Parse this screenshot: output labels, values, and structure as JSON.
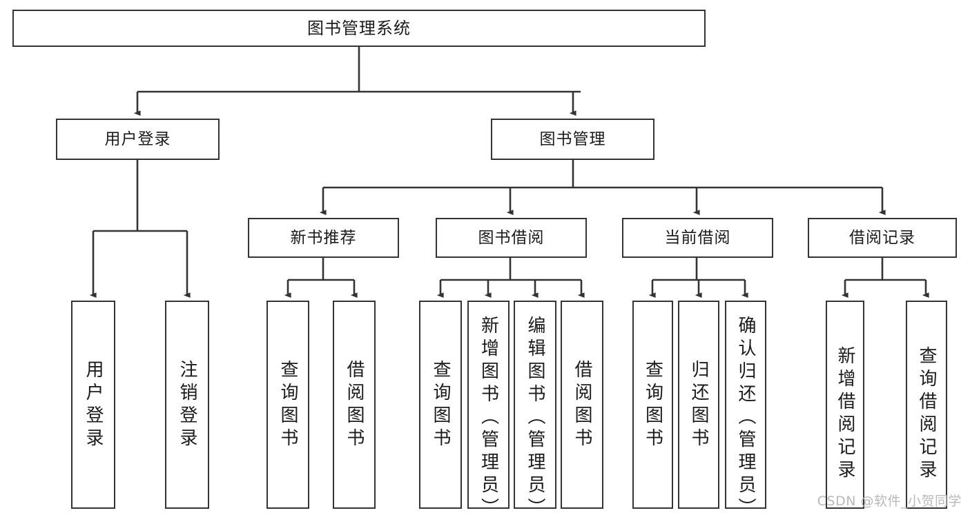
{
  "diagram": {
    "title": "图书管理系统",
    "watermark": "CSDN @软件_小贺同学",
    "line_color": "#333333",
    "box_fill": "#ffffff",
    "text_color": "#1b1b1b",
    "watermark_color": "#b9b9b9",
    "levels": {
      "level1": [
        {
          "label": "图书管理系统"
        }
      ],
      "level2": [
        {
          "label": "用户登录"
        },
        {
          "label": "图书管理"
        }
      ],
      "level3": [
        {
          "label": "新书推荐"
        },
        {
          "label": "图书借阅"
        },
        {
          "label": "当前借阅"
        },
        {
          "label": "借阅记录"
        }
      ],
      "level4": [
        {
          "label": "用户登录",
          "parent": "用户登录"
        },
        {
          "label": "注销登录",
          "parent": "用户登录"
        },
        {
          "label": "查询图书",
          "parent": "新书推荐"
        },
        {
          "label": "借阅图书",
          "parent": "新书推荐"
        },
        {
          "label": "查询图书",
          "parent": "图书借阅"
        },
        {
          "label": "新增图书（管理员）",
          "parent": "图书借阅"
        },
        {
          "label": "编辑图书（管理员）",
          "parent": "图书借阅"
        },
        {
          "label": "借阅图书",
          "parent": "图书借阅"
        },
        {
          "label": "查询图书",
          "parent": "当前借阅"
        },
        {
          "label": "归还图书",
          "parent": "当前借阅"
        },
        {
          "label": "确认归还（管理员）",
          "parent": "当前借阅"
        },
        {
          "label": "新增借阅记录",
          "parent": "借阅记录"
        },
        {
          "label": "查询借阅记录",
          "parent": "借阅记录"
        }
      ]
    }
  }
}
